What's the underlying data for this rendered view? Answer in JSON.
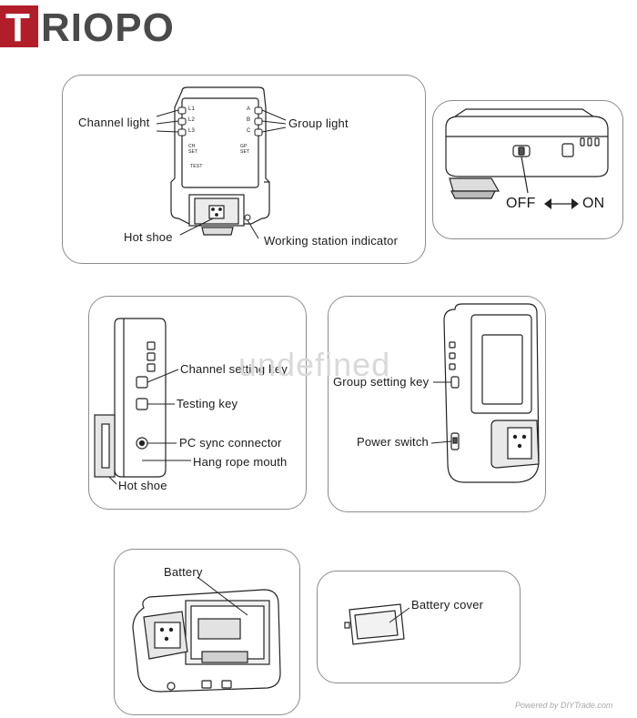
{
  "brand": {
    "logo_first": "T",
    "logo_rest": "RIOPO"
  },
  "panel_front": {
    "channel_light": "Channel light",
    "group_light": "Group light",
    "hot_shoe": "Hot shoe",
    "working_station_indicator": "Working station indicator",
    "ch_labels": [
      "L1",
      "L2",
      "L3"
    ],
    "grp_labels": [
      "A",
      "B",
      "C"
    ],
    "ch_set": "CH SET",
    "gp_set": "GP SET",
    "test": "TEST"
  },
  "panel_switch": {
    "off": "OFF",
    "on": "ON"
  },
  "panel_side": {
    "channel_setting_key": "Channel setting key",
    "testing_key": "Testing key",
    "pc_sync_connector": "PC sync connector",
    "hang_rope_mouth": "Hang rope mouth",
    "hot_shoe": "Hot shoe"
  },
  "panel_back": {
    "group_setting_key": "Group setting key",
    "power_switch": "Power switch"
  },
  "panel_battery": {
    "battery": "Battery"
  },
  "panel_cover": {
    "battery_cover": "Battery cover"
  },
  "watermark": "undefined",
  "footer": "Powered by DIYTrade.com",
  "colors": {
    "logo_red": "#b11e2a",
    "logo_gray": "#4a4a4a",
    "panel_border": "#8c8c8c"
  }
}
